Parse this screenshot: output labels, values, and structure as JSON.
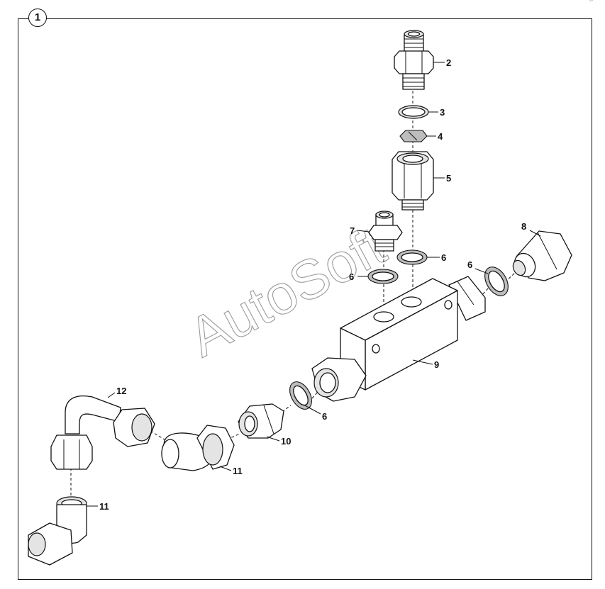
{
  "diagram": {
    "group_number": "1",
    "watermark": "AutoSoft",
    "corner_mark": "°˜",
    "callouts": [
      {
        "label": "2"
      },
      {
        "label": "3"
      },
      {
        "label": "4"
      },
      {
        "label": "5"
      },
      {
        "label": "7"
      },
      {
        "label": "6"
      },
      {
        "label": "8"
      },
      {
        "label": "6"
      },
      {
        "label": "6"
      },
      {
        "label": "9"
      },
      {
        "label": "6"
      },
      {
        "label": "12"
      },
      {
        "label": "10"
      },
      {
        "label": "11"
      },
      {
        "label": "11"
      }
    ]
  }
}
